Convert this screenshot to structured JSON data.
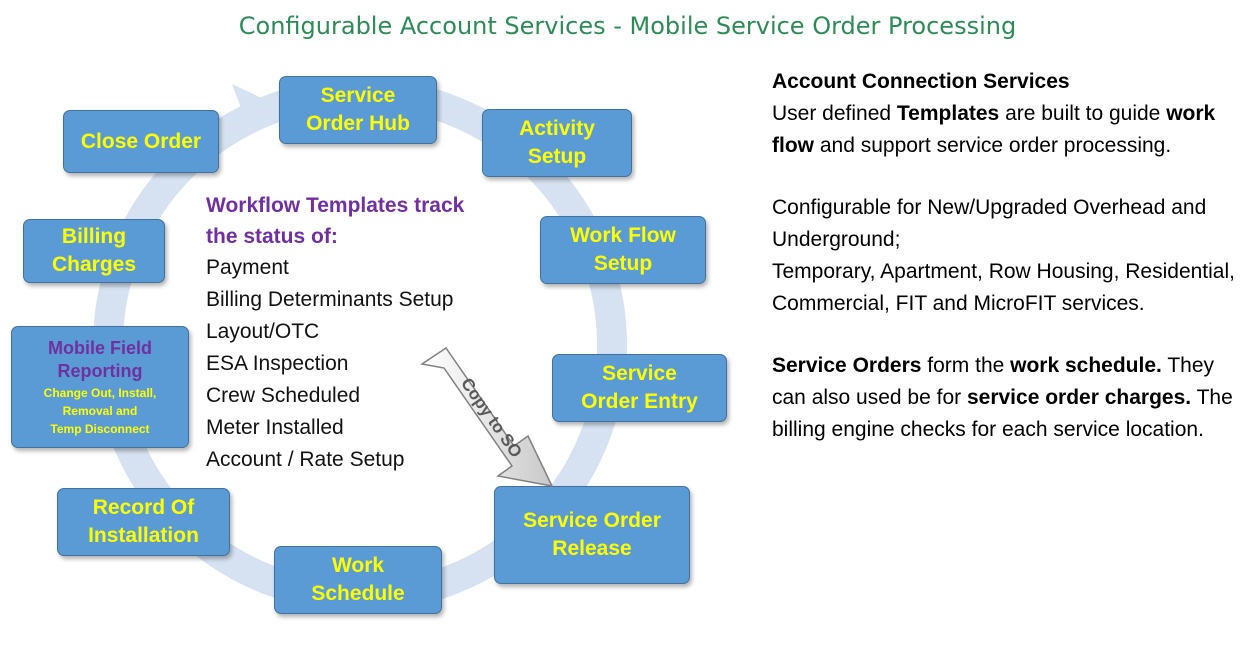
{
  "title": "Configurable Account Services - Mobile Service Order Processing",
  "colors": {
    "node_fill": "#5b9bd5",
    "node_text": "#ffff00",
    "purple": "#7030a0",
    "ring": "#d6e2f2",
    "title": "#2e8b57"
  },
  "cycle_nodes": {
    "service_order_hub": "Service\nOrder Hub",
    "activity_setup": "Activity\nSetup",
    "work_flow_setup": "Work Flow\nSetup",
    "service_order_entry": "Service\nOrder Entry",
    "service_order_release": "Service    Order\nRelease",
    "work_schedule": "Work\nSchedule",
    "record_of_installation": "Record Of\nInstallation",
    "billing_charges": "Billing\nCharges",
    "close_order": "Close Order",
    "mobile_field_reporting": {
      "title": "Mobile Field\nReporting",
      "subtitle": "Change Out, Install,\nRemoval and\nTemp Disconnect"
    }
  },
  "workflow": {
    "heading": "Workflow Templates track\nthe status of:",
    "items": [
      "Payment",
      "Billing Determinants Setup",
      "Layout/OTC",
      "ESA Inspection",
      "Crew Scheduled",
      "Meter Installed",
      "Account / Rate Setup"
    ]
  },
  "copy_arrow_label": "Copy to SO",
  "right_panel": {
    "heading": "Account Connection Services",
    "p1": {
      "a": "User defined ",
      "b": "Templates",
      "c": " are built to guide ",
      "d": "work flow",
      "e": " and support service order processing."
    },
    "p2_line1": "Configurable for New/Upgraded Overhead and Underground;",
    "p2_line2": "Temporary, Apartment, Row Housing, Residential, Commercial, FIT and MicroFIT services.",
    "p3": {
      "a": "Service Orders",
      "b": " form the ",
      "c": "work schedule.",
      "d": " They can also used be for ",
      "e": "service order charges.",
      "f": " The billing engine checks for each service location."
    }
  }
}
